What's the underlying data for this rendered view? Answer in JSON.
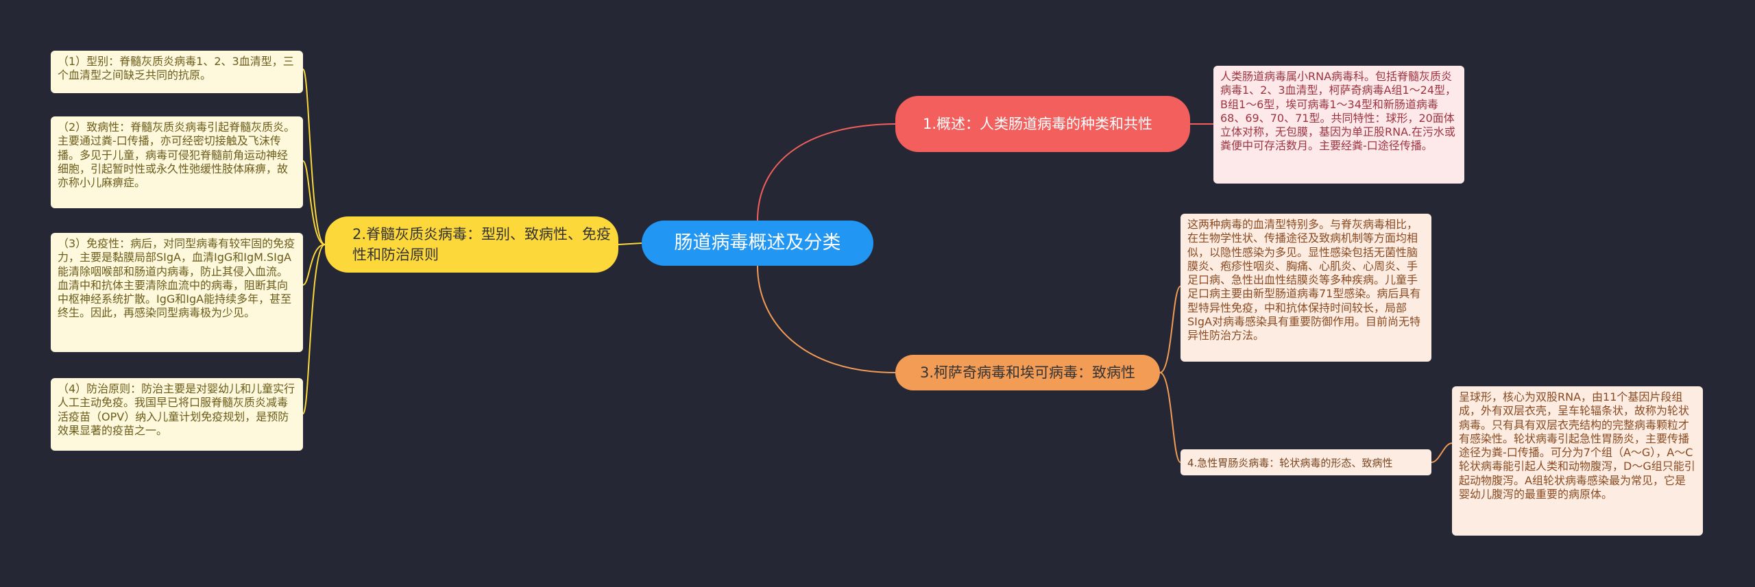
{
  "root": "肠道病毒概述及分类",
  "branches": {
    "b1": {
      "label": "1.概述：人类肠道病毒的种类和共性",
      "detail": "人类肠道病毒属小RNA病毒科。包括脊髓灰质炎病毒1、2、3血清型，柯萨奇病毒A组1～24型，B组1～6型，埃可病毒1～34型和新肠道病毒68、69、70、71型。共同特性：球形，20面体立体对称，无包膜，基因为单正股RNA.在污水或粪便中可存活数月。主要经粪-口途径传播。"
    },
    "b2": {
      "label": "2.脊髓灰质炎病毒：型别、致病性、免疫性和防治原则",
      "items": [
        "（1）型别：脊髓灰质炎病毒1、2、3血清型，三个血清型之间缺乏共同的抗原。",
        "（2）致病性：脊髓灰质炎病毒引起脊髓灰质炎。主要通过粪-口传播，亦可经密切接触及飞沫传播。多见于儿童，病毒可侵犯脊髓前角运动神经细胞，引起暂时性或永久性弛缓性肢体麻痹，故亦称小儿麻痹症。",
        "（3）免疫性：病后，对同型病毒有较牢固的免疫力，主要是黏膜局部SIgA，血清IgG和IgM.SIgA能清除咽喉部和肠道内病毒，防止其侵入血流。血清中和抗体主要清除血流中的病毒，阻断其向中枢神经系统扩散。IgG和IgA能持续多年，甚至终生。因此，再感染同型病毒极为少见。",
        "（4）防治原则：防治主要是对婴幼儿和儿童实行人工主动免疫。我国早已将口服脊髓灰质炎减毒活疫苗（OPV）纳入儿童计划免疫规划，是预防效果显著的疫苗之一。"
      ]
    },
    "b3": {
      "label": "3.柯萨奇病毒和埃可病毒：致病性",
      "detail": "这两种病毒的血清型特别多。与脊灰病毒相比，在生物学性状、传播途径及致病机制等方面均相似，以隐性感染为多见。显性感染包括无菌性脑膜炎、疱疹性咽炎、胸痛、心肌炎、心周炎、手足口病、急性出血性结膜炎等多种疾病。儿童手足口病主要由新型肠道病毒71型感染。病后具有型特异性免疫，中和抗体保持时间较长，局部SIgA对病毒感染具有重要防御作用。目前尚无特异性防治方法。",
      "sub": {
        "label": "4.急性胃肠炎病毒：轮状病毒的形态、致病性",
        "detail": "呈球形，核心为双股RNA，由11个基因片段组成，外有双层衣壳，呈车轮辐条状，故称为轮状病毒。只有具有双层衣壳结构的完整病毒颗粒才有感染性。轮状病毒引起急性胃肠炎，主要传播途径为粪-口传播。可分为7个组（A～G），A～C轮状病毒能引起人类和动物腹泻，D～G组只能引起动物腹泻。A组轮状病毒感染最为常见，它是婴幼儿腹泻的最重要的病原体。"
      }
    }
  },
  "colors": {
    "background": "#252834",
    "root": "#2196f3",
    "branch1": "#f25f5c",
    "branch2": "#fdd83a",
    "branch3": "#f39c56"
  }
}
